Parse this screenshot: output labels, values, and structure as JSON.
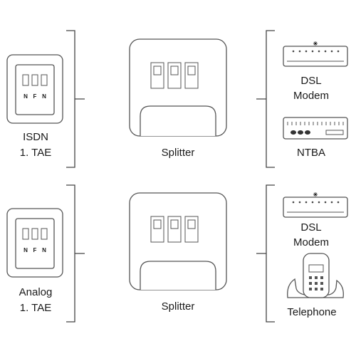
{
  "rows": [
    {
      "outlet": {
        "line1": "ISDN",
        "line2": "1. TAE",
        "socket_letters": [
          "N",
          "F",
          "N"
        ]
      },
      "splitter": {
        "label": "Splitter"
      },
      "devices": [
        {
          "icon": "dsl-modem-icon",
          "label_line1": "DSL",
          "label_line2": "Modem"
        },
        {
          "icon": "ntba-icon",
          "label_line1": "NTBA"
        }
      ]
    },
    {
      "outlet": {
        "line1": "Analog",
        "line2": "1. TAE",
        "socket_letters": [
          "N",
          "F",
          "N"
        ]
      },
      "splitter": {
        "label": "Splitter"
      },
      "devices": [
        {
          "icon": "dsl-modem-icon",
          "label_line1": "DSL",
          "label_line2": "Modem"
        },
        {
          "icon": "telephone-icon",
          "label_line1": "Telephone"
        }
      ]
    }
  ]
}
